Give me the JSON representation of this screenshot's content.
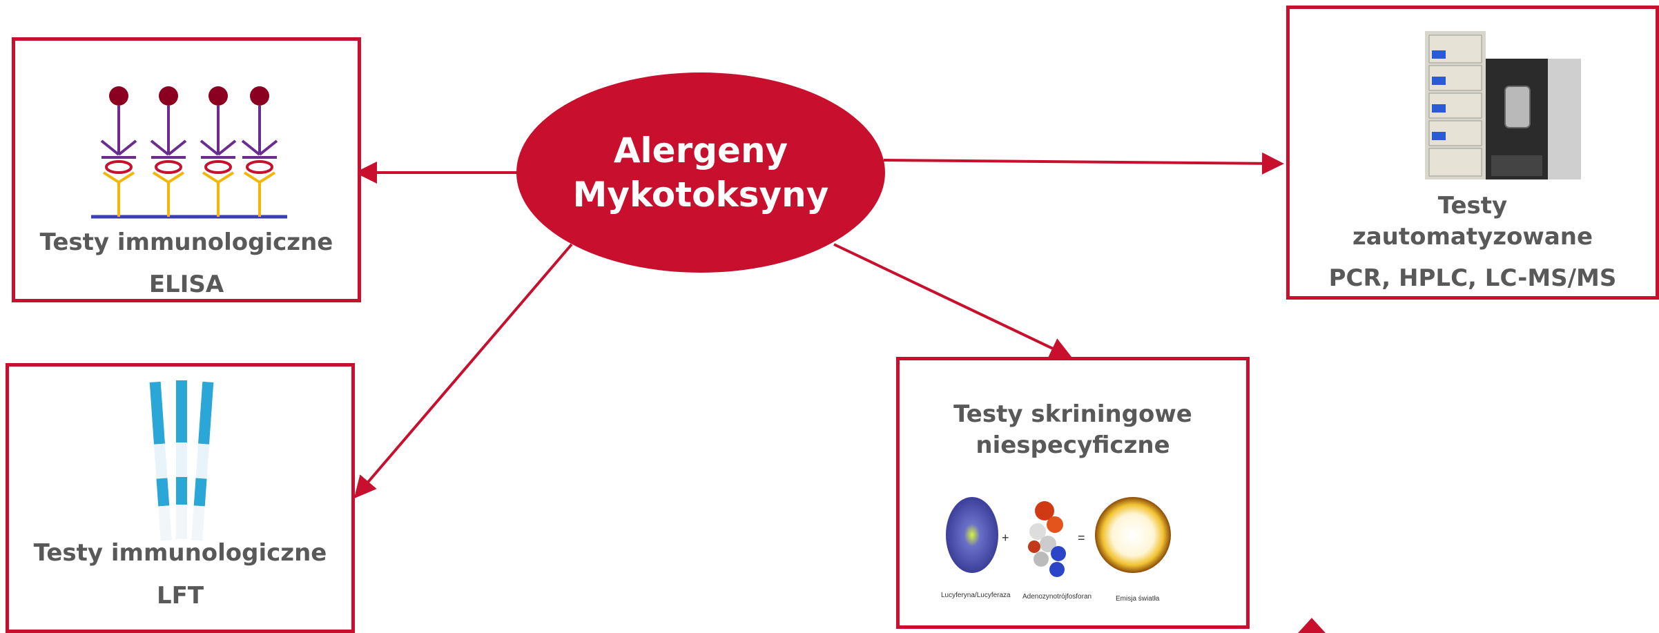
{
  "center": {
    "line1": "Alergeny",
    "line2": "Mykotoksyny"
  },
  "nodes": {
    "elisa": {
      "title": "Testy immunologiczne",
      "subtitle": "ELISA",
      "icon": "elisa-antibody-icon"
    },
    "lft": {
      "title": "Testy immunologiczne",
      "subtitle": "LFT",
      "icon": "lateral-flow-strips-icon"
    },
    "automated": {
      "title_line1": "Testy",
      "title_line2": "zautomatyzowane",
      "subtitle": "PCR, HPLC, LC-MS/MS",
      "icon": "hplc-instrument-icon"
    },
    "screening": {
      "title_line1": "Testy skriningowe",
      "title_line2": "niespecyficzne",
      "equation": {
        "plus": "+",
        "equals": "=",
        "caption1": "Lucyferyna/Lucyferaza",
        "caption2": "Adenozynotrójfosforan",
        "caption3": "Emisja światła"
      }
    }
  },
  "colors": {
    "accent": "#c8102e",
    "text": "#595959",
    "antibody_purple": "#6a2c91",
    "antigen_yellow": "#f2b705",
    "marker_dark_red": "#8b0020",
    "strip_blue": "#2aa7d6"
  }
}
